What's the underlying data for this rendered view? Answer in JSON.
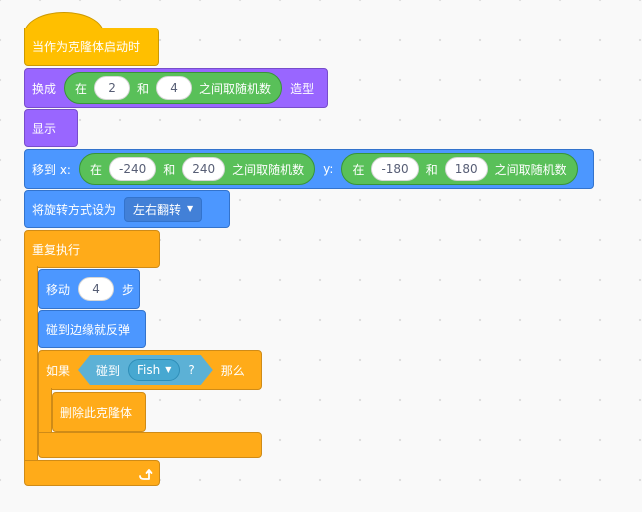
{
  "hat": {
    "label": "当作为克隆体启动时"
  },
  "switch_costume": {
    "label_prefix": "换成",
    "random": {
      "label_from": "在",
      "from": "2",
      "label_and": "和",
      "to": "4",
      "label_suffix": "之间取随机数"
    },
    "label_suffix": "造型"
  },
  "show": {
    "label": "显示"
  },
  "goto": {
    "label_prefix": "移到 x:",
    "x_random": {
      "label_from": "在",
      "from": "-240",
      "label_and": "和",
      "to": "240",
      "label_suffix": "之间取随机数"
    },
    "label_y": "y:",
    "y_random": {
      "label_from": "在",
      "from": "-180",
      "label_and": "和",
      "to": "180",
      "label_suffix": "之间取随机数"
    }
  },
  "rotation_style": {
    "label": "将旋转方式设为",
    "value": "左右翻转"
  },
  "forever": {
    "label": "重复执行"
  },
  "move": {
    "label_prefix": "移动",
    "steps": "4",
    "label_suffix": "步"
  },
  "bounce": {
    "label": "碰到边缘就反弹"
  },
  "if_block": {
    "label_if": "如果",
    "condition": {
      "label": "碰到",
      "target": "Fish",
      "suffix": "?"
    },
    "label_then": "那么"
  },
  "delete_clone": {
    "label": "删除此克隆体"
  },
  "colors": {
    "events": "#ffbf00",
    "looks": "#9966ff",
    "motion": "#4c97ff",
    "control": "#ffab19",
    "operators": "#59c059",
    "sensing": "#5cb1d6"
  },
  "icons": {
    "loop_arrow": "loop-arrow-icon"
  }
}
